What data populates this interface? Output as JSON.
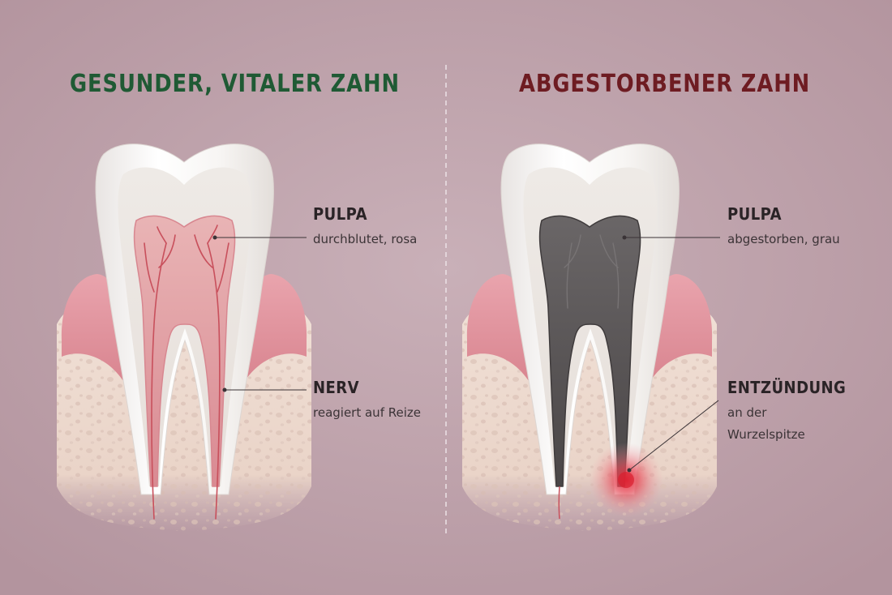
{
  "colors": {
    "background": "#c2a6b0",
    "healthy_title": "#1f5a34",
    "dead_title": "#6e1c22",
    "enamel": "#f4f2f0",
    "dentin": "#e9e4e0",
    "gum": "#e0919b",
    "bone": "#ecd9cf",
    "healthy_pulp": "#e3a5a8",
    "nerve": "#c8505c",
    "dead_pulp": "#5a5657",
    "inflammation": "#e03040"
  },
  "panels": [
    {
      "id": "healthy",
      "title": "GESUNDER, VITALER ZAHN",
      "labels": [
        {
          "title": "PULPA",
          "description": "durchblutet, rosa"
        },
        {
          "title": "NERV",
          "description": "reagiert auf Reize"
        }
      ]
    },
    {
      "id": "dead",
      "title": "ABGESTORBENER ZAHN",
      "labels": [
        {
          "title": "PULPA",
          "description": "abgestorben, grau"
        },
        {
          "title": "ENTZÜNDUNG",
          "description": "an der Wurzelspitze"
        }
      ]
    }
  ]
}
